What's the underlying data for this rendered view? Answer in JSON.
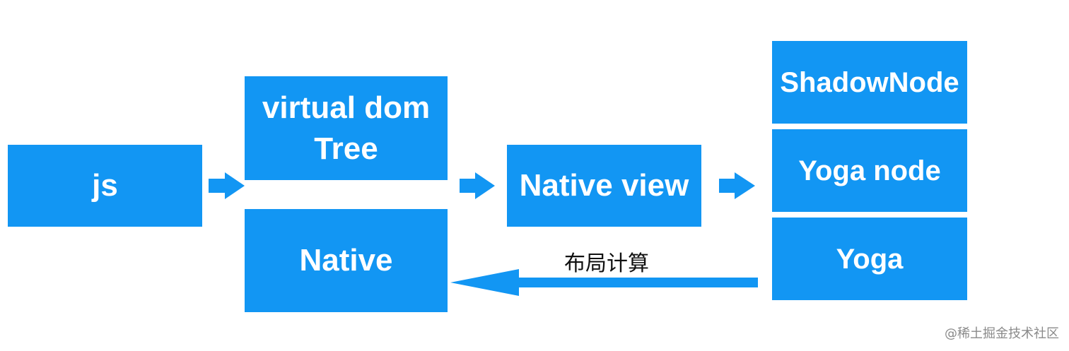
{
  "diagram": {
    "nodes": {
      "js": "js",
      "virtual_dom": "virtual dom\nTree",
      "native": "Native",
      "native_view": "Native view",
      "shadow_node": "ShadowNode",
      "yoga_node": "Yoga node",
      "yoga": "Yoga"
    },
    "edge_label": "布局计算",
    "colors": {
      "box": "#1296f3",
      "arrow": "#1296f3",
      "text": "#ffffff"
    }
  },
  "watermark": "@稀土掘金技术社区"
}
